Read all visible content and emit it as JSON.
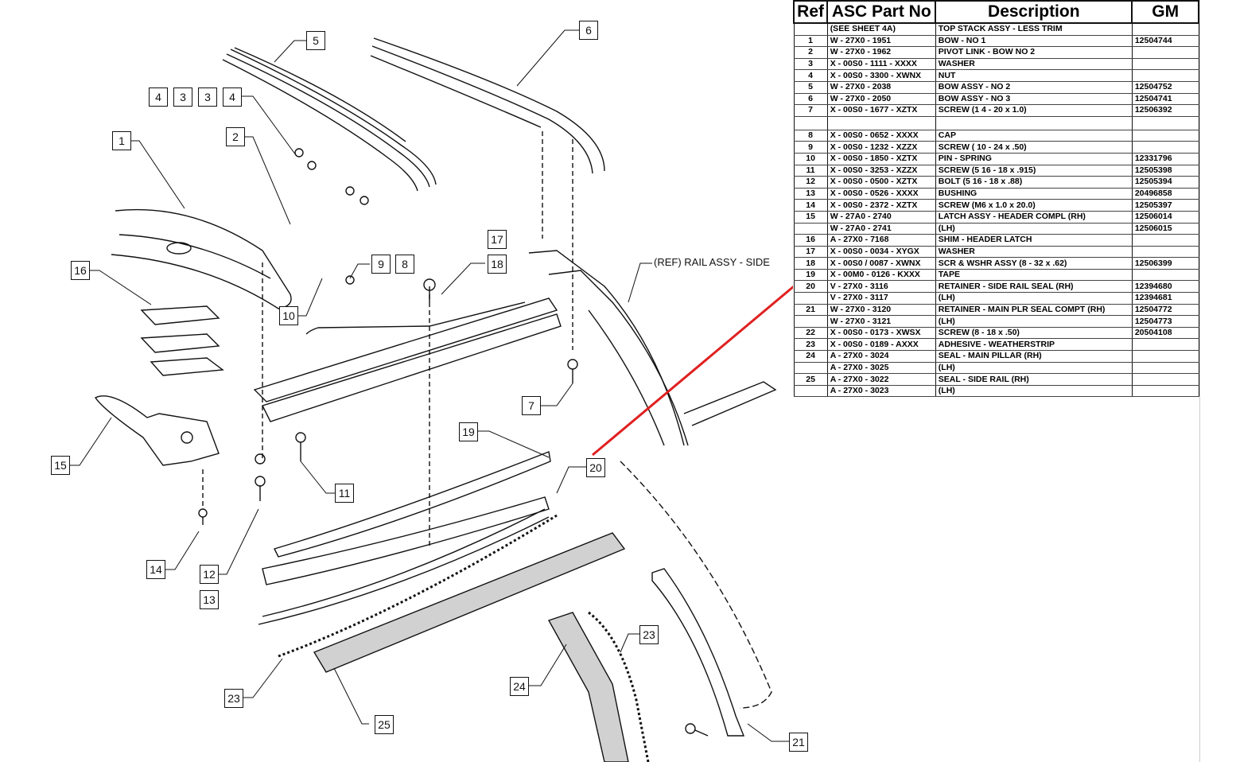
{
  "table": {
    "headers": [
      "Ref",
      "ASC Part No",
      "Description",
      "GM"
    ],
    "rows": [
      {
        "ref": "",
        "part": "(SEE SHEET 4A)",
        "desc": "TOP STACK ASSY - LESS TRIM",
        "gm": ""
      },
      {
        "ref": "1",
        "part": "W - 27X0 - 1951",
        "desc": "BOW - NO 1",
        "gm": "12504744"
      },
      {
        "ref": "2",
        "part": "W - 27X0 - 1962",
        "desc": "PIVOT LINK - BOW NO 2",
        "gm": ""
      },
      {
        "ref": "3",
        "part": "X - 00S0 - 1111 - XXXX",
        "desc": "WASHER",
        "gm": ""
      },
      {
        "ref": "4",
        "part": "X - 00S0 - 3300 - XWNX",
        "desc": "NUT",
        "gm": ""
      },
      {
        "ref": "5",
        "part": "W - 27X0 - 2038",
        "desc": "BOW ASSY - NO 2",
        "gm": "12504752"
      },
      {
        "ref": "6",
        "part": "W - 27X0 - 2050",
        "desc": "BOW ASSY - NO 3",
        "gm": "12504741"
      },
      {
        "ref": "7",
        "part": "X - 00S0 - 1677 - XZTX",
        "desc": "SCREW (1 4 - 20 x 1.0)",
        "gm": "12506392"
      },
      {
        "ref": "8",
        "part": "X - 00S0 - 0652 - XXXX",
        "desc": "CAP",
        "gm": "",
        "gap_before": true
      },
      {
        "ref": "9",
        "part": "X - 00S0 - 1232 - XZZX",
        "desc": "SCREW ( 10 - 24 x .50)",
        "gm": ""
      },
      {
        "ref": "10",
        "part": "X - 00S0 - 1850 - XZTX",
        "desc": "PIN - SPRING",
        "gm": "12331796"
      },
      {
        "ref": "11",
        "part": "X - 00S0 - 3253 - XZZX",
        "desc": "SCREW (5 16 - 18 x .915)",
        "gm": "12505398"
      },
      {
        "ref": "12",
        "part": "X - 00S0 - 0500 - XZTX",
        "desc": "BOLT (5 16 - 18 x .88)",
        "gm": "12505394"
      },
      {
        "ref": "13",
        "part": "X - 00S0 - 0526 - XXXX",
        "desc": "BUSHING",
        "gm": "20496858"
      },
      {
        "ref": "14",
        "part": "X - 00S0 - 2372 - XZTX",
        "desc": "SCREW (M6 x 1.0 x 20.0)",
        "gm": "12505397"
      },
      {
        "ref": "15",
        "part": "W - 27A0 - 2740",
        "desc": "LATCH ASSY - HEADER COMPL (RH)",
        "gm": "12506014"
      },
      {
        "ref": "",
        "part": "W - 27A0 - 2741",
        "desc": "(LH)",
        "gm": "12506015"
      },
      {
        "ref": "16",
        "part": "A - 27X0 - 7168",
        "desc": "SHIM - HEADER LATCH",
        "gm": ""
      },
      {
        "ref": "17",
        "part": "X - 00S0 - 0034 - XYGX",
        "desc": "WASHER",
        "gm": ""
      },
      {
        "ref": "18",
        "part": "X - 00S0 / 0087 - XWNX",
        "desc": "SCR & WSHR ASSY (8 - 32 x .62)",
        "gm": "12506399"
      },
      {
        "ref": "19",
        "part": "X - 00M0 - 0126 - KXXX",
        "desc": "TAPE",
        "gm": ""
      },
      {
        "ref": "20",
        "part": "V - 27X0 - 3116",
        "desc": "RETAINER - SIDE RAIL SEAL (RH)",
        "gm": "12394680"
      },
      {
        "ref": "",
        "part": "V - 27X0 - 3117",
        "desc": "(LH)",
        "gm": "12394681"
      },
      {
        "ref": "21",
        "part": "W - 27X0 - 3120",
        "desc": "RETAINER - MAIN PLR SEAL COMPT (RH)",
        "gm": "12504772"
      },
      {
        "ref": "",
        "part": "W - 27X0 - 3121",
        "desc": "(LH)",
        "gm": "12504773"
      },
      {
        "ref": "22",
        "part": "X - 00S0 - 0173 - XWSX",
        "desc": "SCREW (8 - 18 x .50)",
        "gm": "20504108"
      },
      {
        "ref": "23",
        "part": "X - 00S0 - 0189 - AXXX",
        "desc": "ADHESIVE - WEATHERSTRIP",
        "gm": ""
      },
      {
        "ref": "24",
        "part": "A - 27X0 - 3024",
        "desc": "SEAL - MAIN PILLAR (RH)",
        "gm": ""
      },
      {
        "ref": "",
        "part": "A - 27X0 - 3025",
        "desc": "(LH)",
        "gm": ""
      },
      {
        "ref": "25",
        "part": "A - 27X0 - 3022",
        "desc": "SEAL - SIDE RAIL (RH)",
        "gm": ""
      },
      {
        "ref": "",
        "part": "A - 27X0 - 3023",
        "desc": "(LH)",
        "gm": ""
      }
    ]
  },
  "diagram": {
    "callouts": [
      "1",
      "2",
      "3",
      "3",
      "4",
      "4",
      "5",
      "6",
      "7",
      "8",
      "9",
      "10",
      "11",
      "12",
      "13",
      "14",
      "15",
      "16",
      "17",
      "18",
      "19",
      "20",
      "21",
      "23",
      "23",
      "24",
      "25"
    ],
    "ref_label": "(REF) RAIL ASSY - SIDE",
    "highlight_color": "#e02020",
    "line_color": "#111111"
  }
}
